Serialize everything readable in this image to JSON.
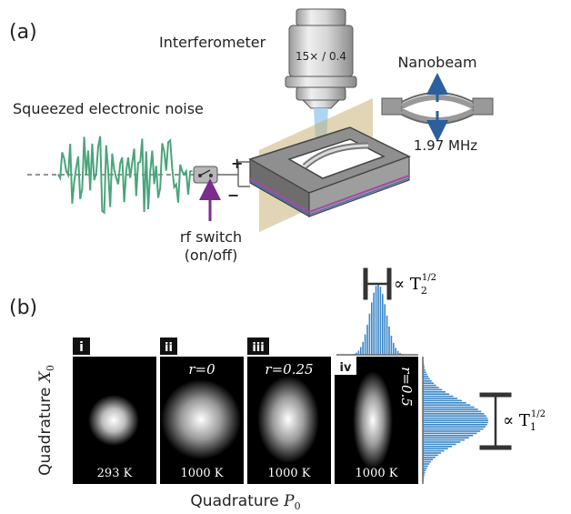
{
  "panel_a": {
    "label": "(a)",
    "interferometer": "Interferometer",
    "objective": "15× / 0.4",
    "nanobeam": "Nanobeam",
    "frequency": "1.97 MHz",
    "noise_label": "Squeezed electronic noise",
    "plus": "+",
    "minus": "−",
    "switch_line1": "rf switch",
    "switch_line2": "(on/off)"
  },
  "panel_b": {
    "label": "(b)",
    "y_axis_prefix": "Quadrature ",
    "y_axis_var": "X",
    "y_axis_sub": "0",
    "x_axis_prefix": "Quadrature ",
    "x_axis_var": "P",
    "x_axis_sub": "0",
    "t2_label": "∝ T",
    "t2_sub": "2",
    "t2_sup": "1/2",
    "t1_label": "∝ T",
    "t1_sub": "1",
    "t1_sup": "1/2",
    "images": [
      {
        "tag": "i",
        "r": "",
        "temp": "293 K"
      },
      {
        "tag": "ii",
        "r": "r=0",
        "temp": "1000 K"
      },
      {
        "tag": "iii",
        "r": "r=0.25",
        "temp": "1000 K"
      },
      {
        "tag": "iv",
        "r": "r=0.5",
        "temp": "1000 K"
      }
    ]
  },
  "colors": {
    "noise": "#4aa57a",
    "arrow_blue": "#2b5f9e",
    "switch_arrow": "#7b2c8c",
    "histogram": "#3a86c8",
    "frame": "#808080",
    "plane": "#c8b27a"
  }
}
